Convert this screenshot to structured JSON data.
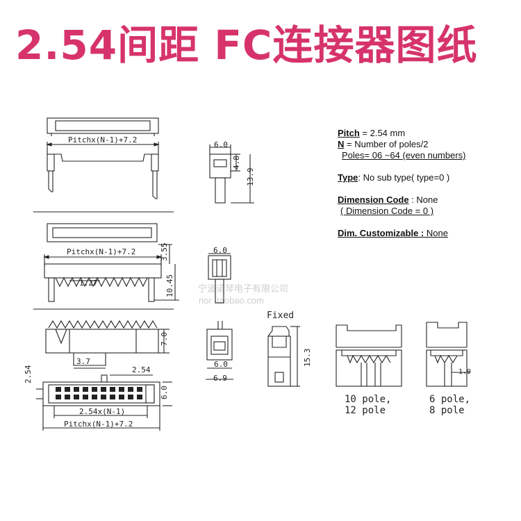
{
  "title": "2.54间距  FC连接器图纸",
  "specs": {
    "pitch_label": "Pitch",
    "pitch_value": " = 2.54  mm",
    "n_label": "N",
    "n_value": " = Number of poles/2",
    "poles_line": "Poles= 06 ~64 (even numbers)",
    "type_label": "Type",
    "type_value": ": No sub type( type=0 )",
    "dim_label": "Dimension Code",
    "dim_value": " : None",
    "dim_line2": "( Dimension Code = 0 )",
    "custom_label": "Dim. Customizable :",
    "custom_value": "  None"
  },
  "watermark": {
    "line1": "宁波诺琴电子有限公司",
    "line2": "nor     .taobao.com"
  },
  "dims": {
    "pitch_formula": "Pitchx(N-1)+7.2",
    "pitch_formula_2": "Pitchx(N-1)+7.2",
    "pitch_formula_3": "Pitchx(N-1)+7.2",
    "pitch_n1": "2.54x(N-1)",
    "d_6_0_a": "6.0",
    "d_4_8": "4.8",
    "d_13_9": "13.9",
    "d_6_0_b": "6.0",
    "d_3_55": "3.55",
    "d_10_45": "10.45",
    "d_1_27": "1.27",
    "d_7_0": "7.0",
    "d_3_7": "3.7",
    "d_2_54_a": "2.54",
    "d_2_54_b": "2.54",
    "d_6_0_c": "6.0",
    "d_6_9": "6.9",
    "d_6_0_d": "6.0",
    "d_15_3": "15.3",
    "d_1_9": "1.9",
    "fixed": "Fixed"
  },
  "captions": {
    "left_1": "10 pole,",
    "left_2": "12 pole",
    "right_1": "6 pole,",
    "right_2": "8 pole"
  },
  "colors": {
    "title": "#d6336c",
    "line": "#222222",
    "watermark": "#cfcfcf"
  }
}
